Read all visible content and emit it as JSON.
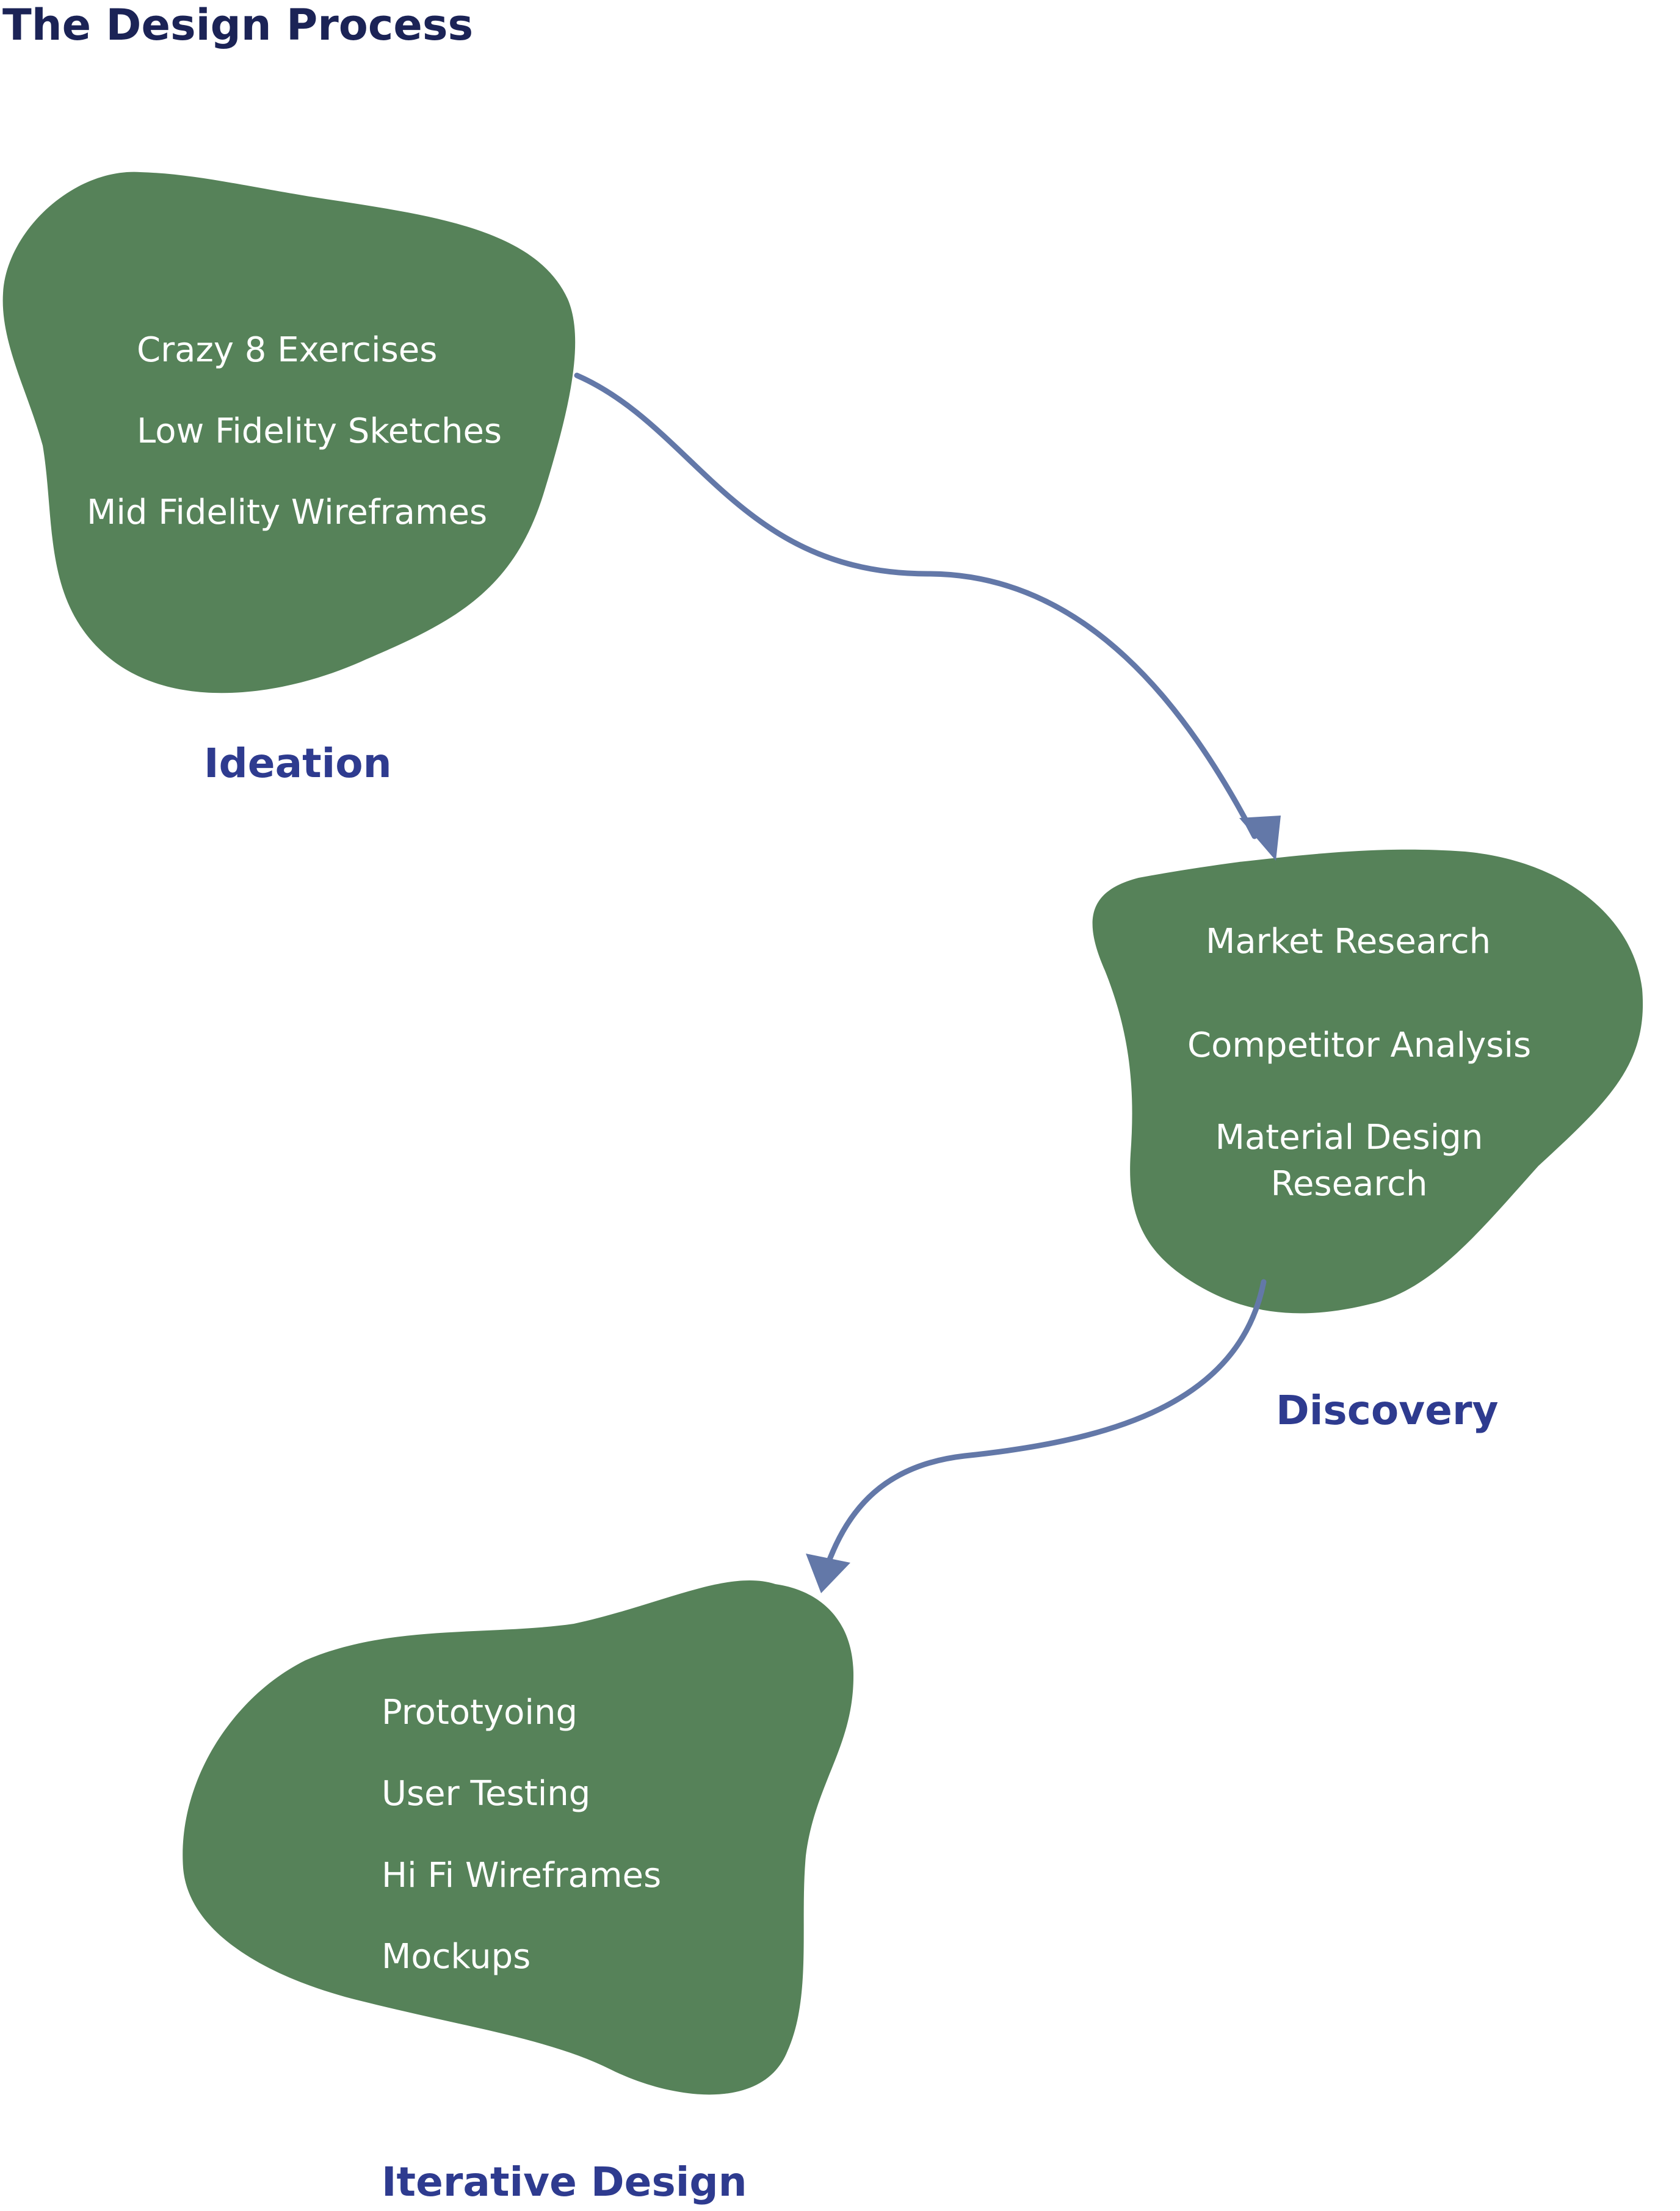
{
  "title": "The Design Process",
  "colors": {
    "blob": "#568259",
    "arrow": "#6378a8",
    "title": "#1b2356",
    "stage_label": "#2e3b8f",
    "item_text": "#ffffff"
  },
  "stages": [
    {
      "name": "Ideation",
      "items": [
        "Crazy 8 Exercises",
        "Low Fidelity Sketches",
        "Mid Fidelity Wireframes"
      ]
    },
    {
      "name": "Discovery",
      "items": [
        "Market Research",
        "Competitor Analysis",
        "Material Design Research"
      ]
    },
    {
      "name": "Iterative Design",
      "items": [
        "Prototyoing",
        "User Testing",
        "Hi Fi Wireframes",
        "Mockups"
      ]
    }
  ],
  "connections": [
    {
      "from": "Ideation",
      "to": "Discovery"
    },
    {
      "from": "Discovery",
      "to": "Iterative Design"
    }
  ]
}
